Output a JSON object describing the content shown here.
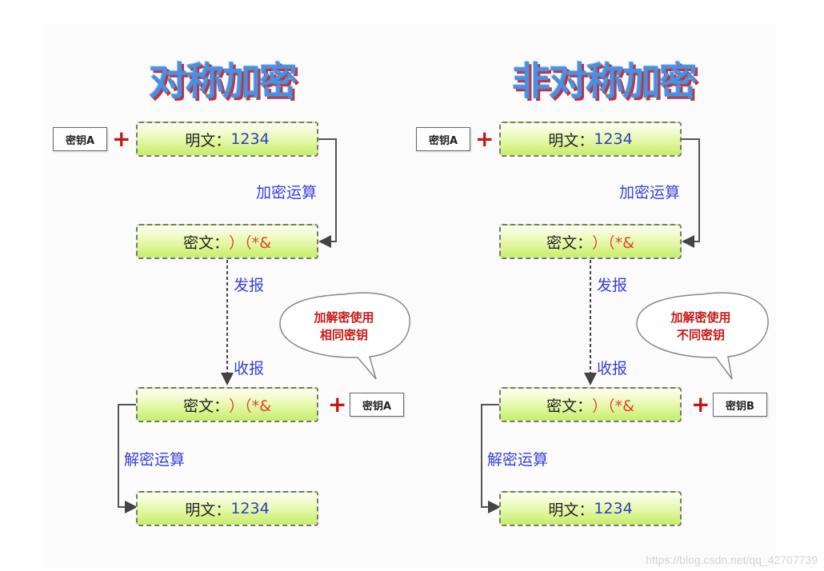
{
  "left": {
    "title": "对称加密",
    "key_top": "密钥A",
    "plaintext_top": {
      "label": "明文：",
      "value": "1234"
    },
    "encrypt_op": "加密运算",
    "ciphertext_top": {
      "label": "密文：",
      "value": "）（*&"
    },
    "send": "发报",
    "receive": "收报",
    "bubble": {
      "line1": "加解密使用",
      "line2": "相同密钥"
    },
    "ciphertext_bottom": {
      "label": "密文：",
      "value": "）（*&"
    },
    "key_bottom": "密钥A",
    "decrypt_op": "解密运算",
    "plaintext_bottom": {
      "label": "明文：",
      "value": "1234"
    }
  },
  "right": {
    "title": "非对称加密",
    "key_top": "密钥A",
    "plaintext_top": {
      "label": "明文：",
      "value": "1234"
    },
    "encrypt_op": "加密运算",
    "ciphertext_top": {
      "label": "密文：",
      "value": "）（*&"
    },
    "send": "发报",
    "receive": "收报",
    "bubble": {
      "line1": "加解密使用",
      "line2": "不同密钥"
    },
    "ciphertext_bottom": {
      "label": "密文：",
      "value": "）（*&"
    },
    "key_bottom": "密钥B",
    "decrypt_op": "解密运算",
    "plaintext_bottom": {
      "label": "明文：",
      "value": "1234"
    }
  },
  "plus_symbol": "+",
  "watermark": "https://blog.csdn.net/qq_42707739",
  "colors": {
    "title": "#4a8fe0",
    "title_shadow": "#b23a4a",
    "plaintext_value": "#2a3fc0",
    "ciphertext_value": "#e0452a",
    "op_label": "#3a3fd8",
    "bubble_text": "#c81818",
    "plus": "#c01818",
    "box_fill_bottom": "#c6ee6a"
  }
}
